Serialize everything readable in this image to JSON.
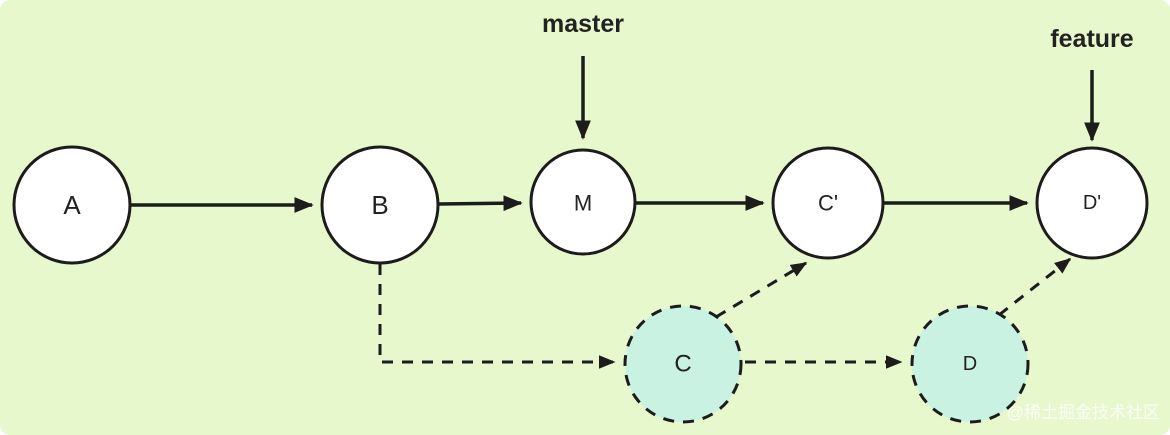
{
  "colors": {
    "background": "#e6f8cc",
    "node_fill": "#ffffff",
    "highlight_fill": "#c9f2e3",
    "stroke": "#1c1c1c"
  },
  "branches": {
    "master": "master",
    "feature": "feature"
  },
  "nodes": {
    "a": "A",
    "b": "B",
    "m": "M",
    "c_prime": "C'",
    "d_prime": "D'",
    "c": "C",
    "d": "D"
  },
  "watermark": "@稀土掘金技术社区"
}
